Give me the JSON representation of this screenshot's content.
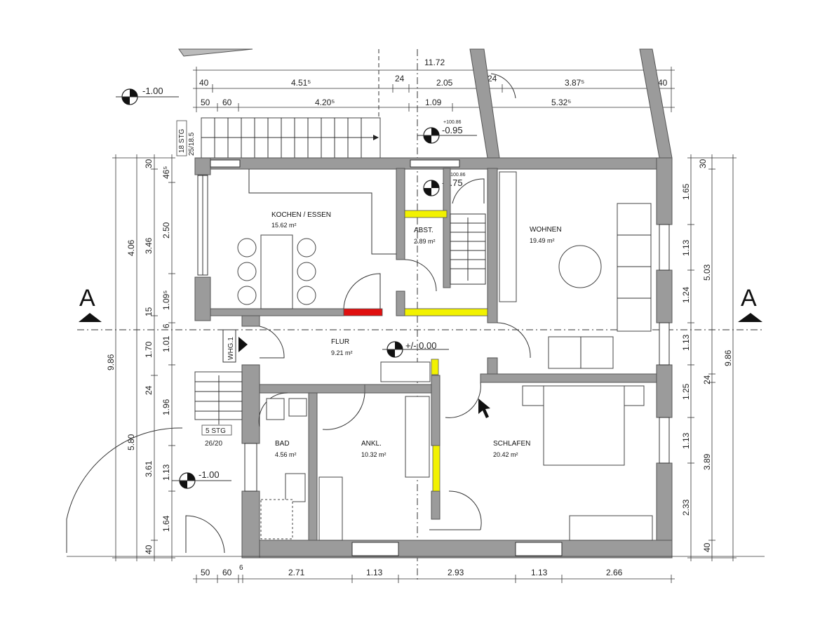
{
  "rooms": [
    {
      "name": "KOCHEN / ESSEN",
      "area": "15.62 m²"
    },
    {
      "name": "ABST.",
      "area": "2.89 m²"
    },
    {
      "name": "WOHNEN",
      "area": "19.49 m²"
    },
    {
      "name": "FLUR",
      "area": "9.21 m²"
    },
    {
      "name": "BAD",
      "area": "4.56 m²"
    },
    {
      "name": "ANKL.",
      "area": "10.32 m²"
    },
    {
      "name": "SCHLAFEN",
      "area": "20.42 m²"
    }
  ],
  "levels": {
    "top_left": "-1.00",
    "stair_top": "-0.95",
    "stair_top_small": "+100.86",
    "abst": "-0.75",
    "abst_small": "+100.86",
    "flur": "+/- 0.00",
    "bottom_left": "-1.00"
  },
  "section_markers": {
    "left": "A",
    "right": "A"
  },
  "labels": {
    "stair_top": "18 STG",
    "stair_top_ratio": "25/18.5",
    "stair_bottom": "5 STG",
    "stair_bottom_ratio": "26/20",
    "whg": "WHG.1"
  },
  "dims_top_row1": [
    "11.72"
  ],
  "dims_top_row2": [
    "40",
    "4.51⁵",
    "24",
    "2.05",
    "24",
    "3.87⁵",
    "40"
  ],
  "dims_top_row3": [
    "50",
    "60",
    "4.20⁵",
    "1.09",
    "5.32⁵"
  ],
  "dims_bottom": [
    "50",
    "60",
    "6",
    "2.71",
    "1.13",
    "2.93",
    "1.13",
    "2.66"
  ],
  "dims_left_outer": [
    "9.86"
  ],
  "dims_left_a": [
    "4.06",
    "5.80"
  ],
  "dims_left_b": [
    "30",
    "3.46",
    "15",
    "1.70",
    "24",
    "3.61",
    "40"
  ],
  "dims_left_c": [
    "46⁵",
    "2.50",
    "1.09⁵",
    "6",
    "1.01",
    "1.96",
    "1.13",
    "1.64"
  ],
  "dims_right_a": [
    "30",
    "1.65",
    "1.13",
    "1.24",
    "1.13",
    "1.25",
    "1.13",
    "2.33"
  ],
  "dims_right_b": [
    "5.03",
    "24",
    "3.89",
    "40"
  ],
  "dims_right_outer": [
    "9.86"
  ],
  "colors": {
    "wall": "#9b9b9b",
    "red": "#e01010",
    "yellow": "#f2f200"
  }
}
